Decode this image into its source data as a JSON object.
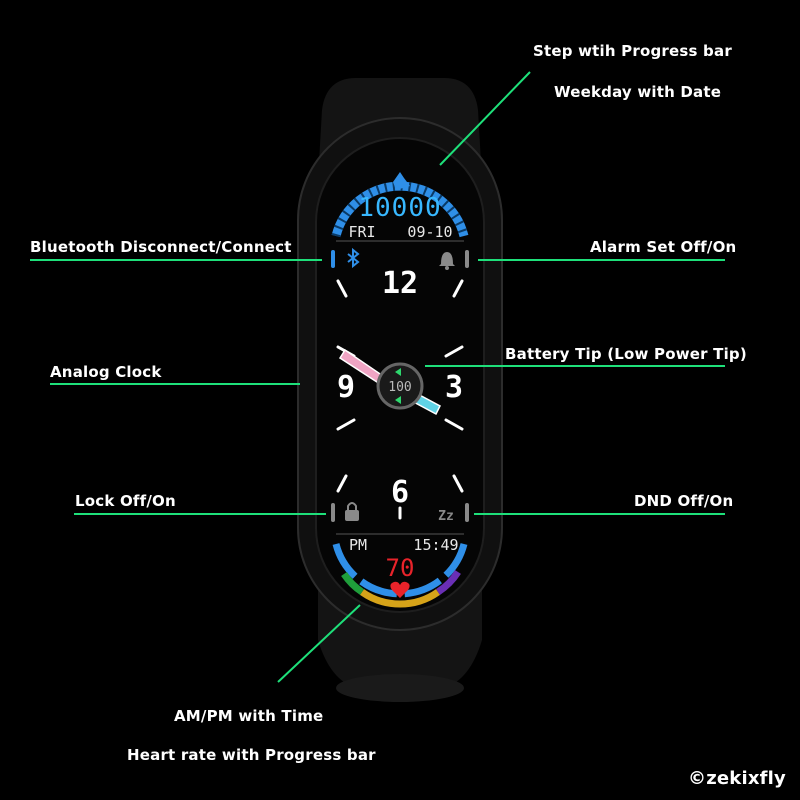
{
  "annotations": {
    "step": "Step wtih Progress bar",
    "weekday": "Weekday with Date",
    "bluetooth": "Bluetooth Disconnect/Connect",
    "alarm": "Alarm Set Off/On",
    "analog_clock": "Analog Clock",
    "battery": "Battery Tip (Low Power Tip)",
    "lock": "Lock Off/On",
    "dnd": "DND Off/On",
    "ampm": "AM/PM with Time",
    "heart": "Heart rate with Progress bar"
  },
  "watch": {
    "steps": "10000",
    "weekday": "FRI",
    "date": "09-10",
    "hour_12": "12",
    "hour_3": "3",
    "hour_6": "6",
    "hour_9": "9",
    "battery": "100",
    "ampm": "PM",
    "time": "15:49",
    "heart_rate": "70"
  },
  "credit": "©zekixfly",
  "colors": {
    "accent_green": "#1ee07a",
    "step_blue": "#2f8fe8",
    "digit_cyan": "#38b8ff",
    "heart_red": "#e8232a",
    "hand_pink": "#f0a4c4",
    "hand_cyan": "#5fd3e6"
  }
}
